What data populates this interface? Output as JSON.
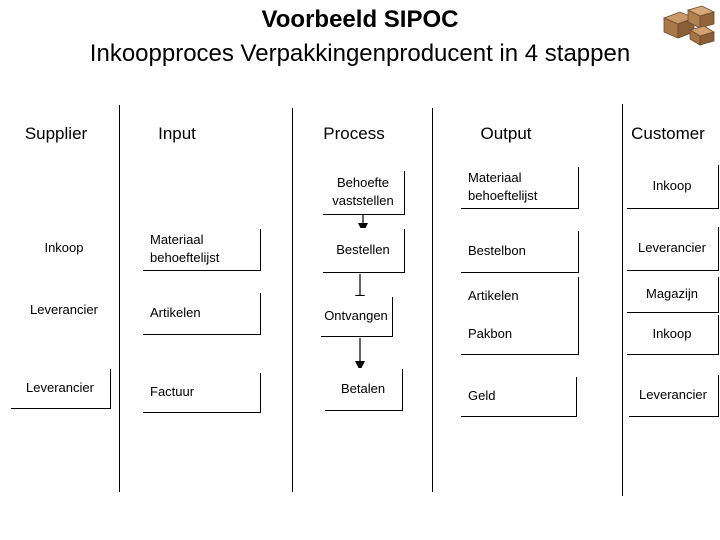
{
  "title": "Voorbeeld SIPOC",
  "subtitle": "Inkoopproces Verpakkingenproducent in 4 stappen",
  "columns": {
    "supplier": "Supplier",
    "input": "Input",
    "process": "Process",
    "output": "Output",
    "customer": "Customer"
  },
  "suppliers": [
    "Inkoop",
    "Leverancier",
    "Leverancier"
  ],
  "inputs": [
    "Materiaal\nbehoeftelijst",
    "Artikelen",
    "Factuur"
  ],
  "process_steps": [
    "Behoefte\nvaststellen",
    "Bestellen",
    "Ontvangen",
    "Betalen"
  ],
  "outputs": [
    "Materiaal\nbehoeftelijst",
    "Bestelbon",
    "Artikelen",
    "Pakbon",
    "Geld"
  ],
  "customers": [
    "Inkoop",
    "Leverancier",
    "Magazijn",
    "Inkoop",
    "Leverancier"
  ]
}
